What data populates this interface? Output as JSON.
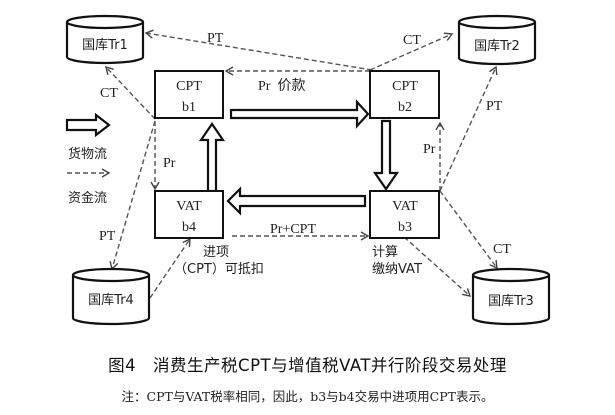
{
  "nodes": {
    "b1": {
      "title": "CPT",
      "id": "b1"
    },
    "b2": {
      "title": "CPT",
      "id": "b2"
    },
    "b3": {
      "title": "VAT",
      "id": "b3"
    },
    "b4": {
      "title": "VAT",
      "id": "b4"
    },
    "tr1": {
      "label": "国库Tr1"
    },
    "tr2": {
      "label": "国库Tr2"
    },
    "tr3": {
      "label": "国库Tr3"
    },
    "tr4": {
      "label": "国库Tr4"
    }
  },
  "edges": {
    "b2_tr1": "PT",
    "b2_tr2": "CT",
    "b1_tr1": "CT",
    "b2_b1": "Pr  价款",
    "b4_b1": "Pr",
    "b3_b2": "Pr",
    "b3_tr2": "PT",
    "b1_tr4": "PT",
    "b4_b3": "Pr+CPT",
    "b3_tr3": "CT"
  },
  "annotations": {
    "b4_note_line1": "进项",
    "b4_note_line2": "（CPT）可抵扣",
    "b3_note_line1": "计算",
    "b3_note_line2": "缴纳VAT"
  },
  "legend": {
    "goods_flow": "货物流",
    "money_flow": "资金流"
  },
  "caption": {
    "title": "图4　消费生产税CPT与增值税VAT并行阶段交易处理",
    "note": "注：CPT与VAT税率相同，因此，b3与b4交易中进项用CPT表示。"
  }
}
